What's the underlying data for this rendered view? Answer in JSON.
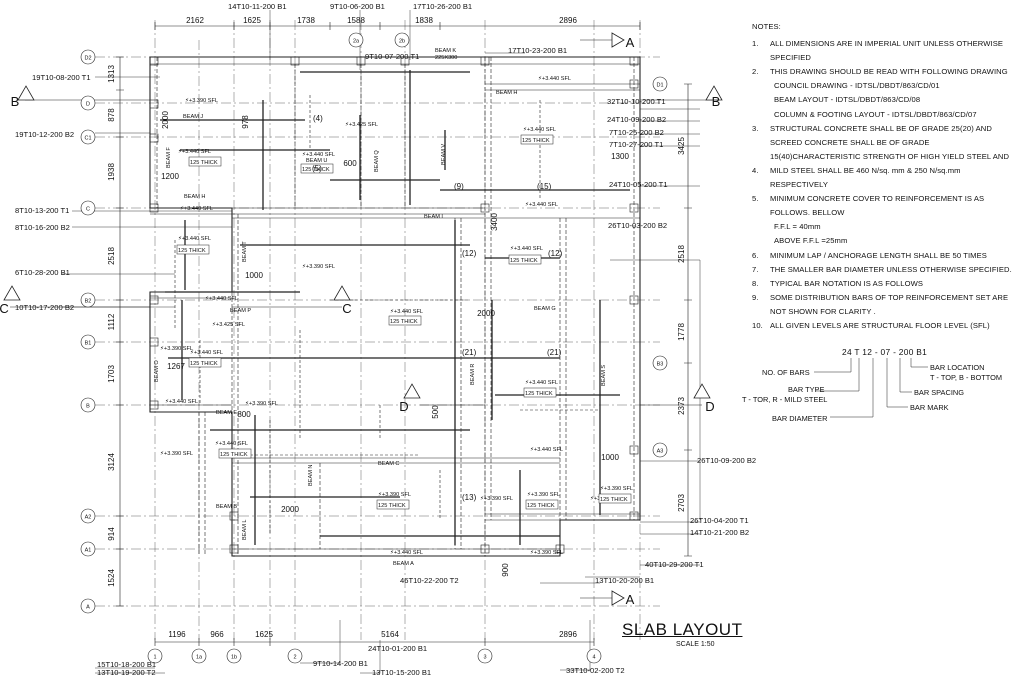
{
  "title": {
    "main": "SLAB LAYOUT",
    "scale": "SCALE 1:50"
  },
  "notes": {
    "heading": "NOTES:",
    "items": [
      {
        "n": "1.",
        "lines": [
          "ALL DIMENSIONS ARE IN IMPERIAL UNIT UNLESS OTHERWISE",
          "SPECIFIED"
        ]
      },
      {
        "n": "2.",
        "lines": [
          "THIS DRAWING SHOULD BE READ WITH FOLLOWING DRAWING",
          "COUNCIL DRAWING - IDTSL/DBDT/863/CD/01",
          "BEAM LAYOUT - IDTSL/DBDT/863/CD/08",
          "COLUMN & FOOTING LAYOUT - IDTSL/DBDT/863/CD/07"
        ]
      },
      {
        "n": "3.",
        "lines": [
          "STRUCTURAL CONCRETE SHALL BE OF GRADE 25(20) AND",
          "SCREED CONCRETE SHALL BE OF GRADE",
          "15(40)CHARACTERISTIC STRENGTH OF HIGH YIELD STEEL AND"
        ]
      },
      {
        "n": "4.",
        "lines": [
          "MILD STEEL SHALL BE 460 N/sq. mm & 250 N/sq.mm",
          "RESPECTIVELY"
        ]
      },
      {
        "n": "5.",
        "lines": [
          "MINIMUM CONCRETE COVER TO REINFORCEMENT  IS AS",
          "FOLLOWS. BELLOW",
          "F.F.L = 40mm",
          "ABOVE F.F.L  =25mm"
        ]
      },
      {
        "n": "6.",
        "lines": [
          "MINIMUM LAP / ANCHORAGE LENGTH SHALL BE 50 TIMES"
        ]
      },
      {
        "n": "7.",
        "lines": [
          "THE SMALLER BAR DIAMETER UNLESS OTHERWISE SPECIFIED."
        ]
      },
      {
        "n": "8.",
        "lines": [
          "TYPICAL BAR NOTATION IS AS FOLLOWS"
        ]
      },
      {
        "n": "9.",
        "lines": [
          "SOME DISTRIBUTION BARS OF TOP REINFORCEMENT SET ARE",
          "NOT SHOWN FOR CLARITY ."
        ]
      },
      {
        "n": "10.",
        "lines": [
          "ALL GIVEN LEVELS ARE STRUCTURAL FLOOR LEVEL (SFL)"
        ]
      }
    ]
  },
  "bar_notation": {
    "example": "24 T  12 - 07 - 200  B1",
    "no_of_bars": "NO. OF BARS",
    "bar_type": "BAR TYPE",
    "bar_type_detail": "T - TOR, R - MILD STEEL",
    "bar_diameter": "BAR DIAMETER",
    "bar_mark": "BAR MARK",
    "bar_spacing": "BAR SPACING",
    "bar_location": "BAR LOCATION",
    "bar_location_detail": "T - TOP, B - BOTTOM"
  },
  "dimensions_top": [
    "2162",
    "1625",
    "1738",
    "1588",
    "1838",
    "2896"
  ],
  "dimensions_bottom": [
    "1196",
    "966",
    "1625",
    "5164",
    "2896"
  ],
  "dimensions_left": [
    "1313",
    "878",
    "1938",
    "2518",
    "1112",
    "1703",
    "3124",
    "914",
    "1524"
  ],
  "dimensions_right": [
    "3425",
    "2518",
    "1778",
    "2373",
    "2703"
  ],
  "dimensions_inner": [
    "2000",
    "978",
    "1200",
    "600",
    "1000",
    "1267",
    "800",
    "2000",
    "3400",
    "2000",
    "500",
    "1300",
    "1000",
    "900"
  ],
  "row_grids": [
    "D2",
    "D",
    "C1",
    "C",
    "B2",
    "B1",
    "B",
    "A2",
    "A1",
    "A"
  ],
  "row_grids_right": [
    "D1",
    "B3",
    "A3"
  ],
  "column_grids_bottom": [
    "1",
    "1a",
    "1b",
    "2",
    "3",
    "4"
  ],
  "column_grids_top": [
    "2a",
    "2b"
  ],
  "section_marks": [
    "A",
    "A",
    "B",
    "B",
    "C",
    "C",
    "D",
    "D"
  ],
  "beams": [
    "BEAM K",
    "225X300",
    "BEAM H",
    "BEAM J",
    "BEAM F",
    "BEAM U",
    "BEAM Q",
    "BEAM V",
    "BEAM H",
    "BEAM I",
    "BEAM T",
    "BEAM P",
    "BEAM G",
    "BEAM O",
    "BEAM R",
    "BEAM S",
    "BEAM E",
    "BEAM C",
    "BEAM N",
    "BEAM B",
    "BEAM L",
    "BEAM A"
  ],
  "levels": {
    "sfl_tags": [
      "+3.440",
      "+3.390",
      "+3.425",
      "+3.440",
      "+3.440",
      "+3.440",
      "+3.440",
      "+3.440",
      "+3.440",
      "+3.390",
      "+3.440",
      "+3.425",
      "+3.440",
      "+3.440",
      "+3.440",
      "+3.440",
      "+3.440",
      "+3.440",
      "+3.440",
      "+3.440",
      "+3.390",
      "+3.390",
      "+3.390",
      "+3.390",
      "+3.390",
      "+3.390",
      "+3.390",
      "+3.390",
      "+3.390"
    ],
    "sfl": "SFL",
    "thick": "125 THICK"
  },
  "bar_marks": [
    "(4)",
    "(5)",
    "(9)",
    "(15)",
    "(12)",
    "(12)",
    "(21)",
    "(21)",
    "(13)"
  ],
  "bar_labels_left": [
    "19T10-08-200 T1",
    "19T10-12-200 B2",
    "8T10-13-200 T1",
    "8T10-16-200 B2",
    "6T10-28-200 B1",
    "10T10-17-200 B2",
    "15T10-18-200 B1",
    "13T10-19-200 T2"
  ],
  "bar_labels_top": [
    "14T10-11-200 B1",
    "9T10-06-200 B1",
    "17T10-26-200 B1",
    "9T10-07-200 T1",
    "17T10-23-200 B1"
  ],
  "bar_labels_right": [
    "32T10-10-200 T1",
    "24T10-09-200 B2",
    "7T10-25-200 B2",
    "7T10-27-200 T1",
    "24T10-05-200 T1",
    "26T10-03-200 B2",
    "26T10-09-200 B2",
    "26T10-04-200 T1",
    "14T10-21-200 B2",
    "40T10-29-200 T1",
    "13T10-20-200 B1"
  ],
  "bar_labels_bottom": [
    "46T10-22-200 T2",
    "24T10-01-200 B1",
    "9T10-14-200 B1",
    "13T10-15-200 B1",
    "33T10-02-200 T2"
  ]
}
